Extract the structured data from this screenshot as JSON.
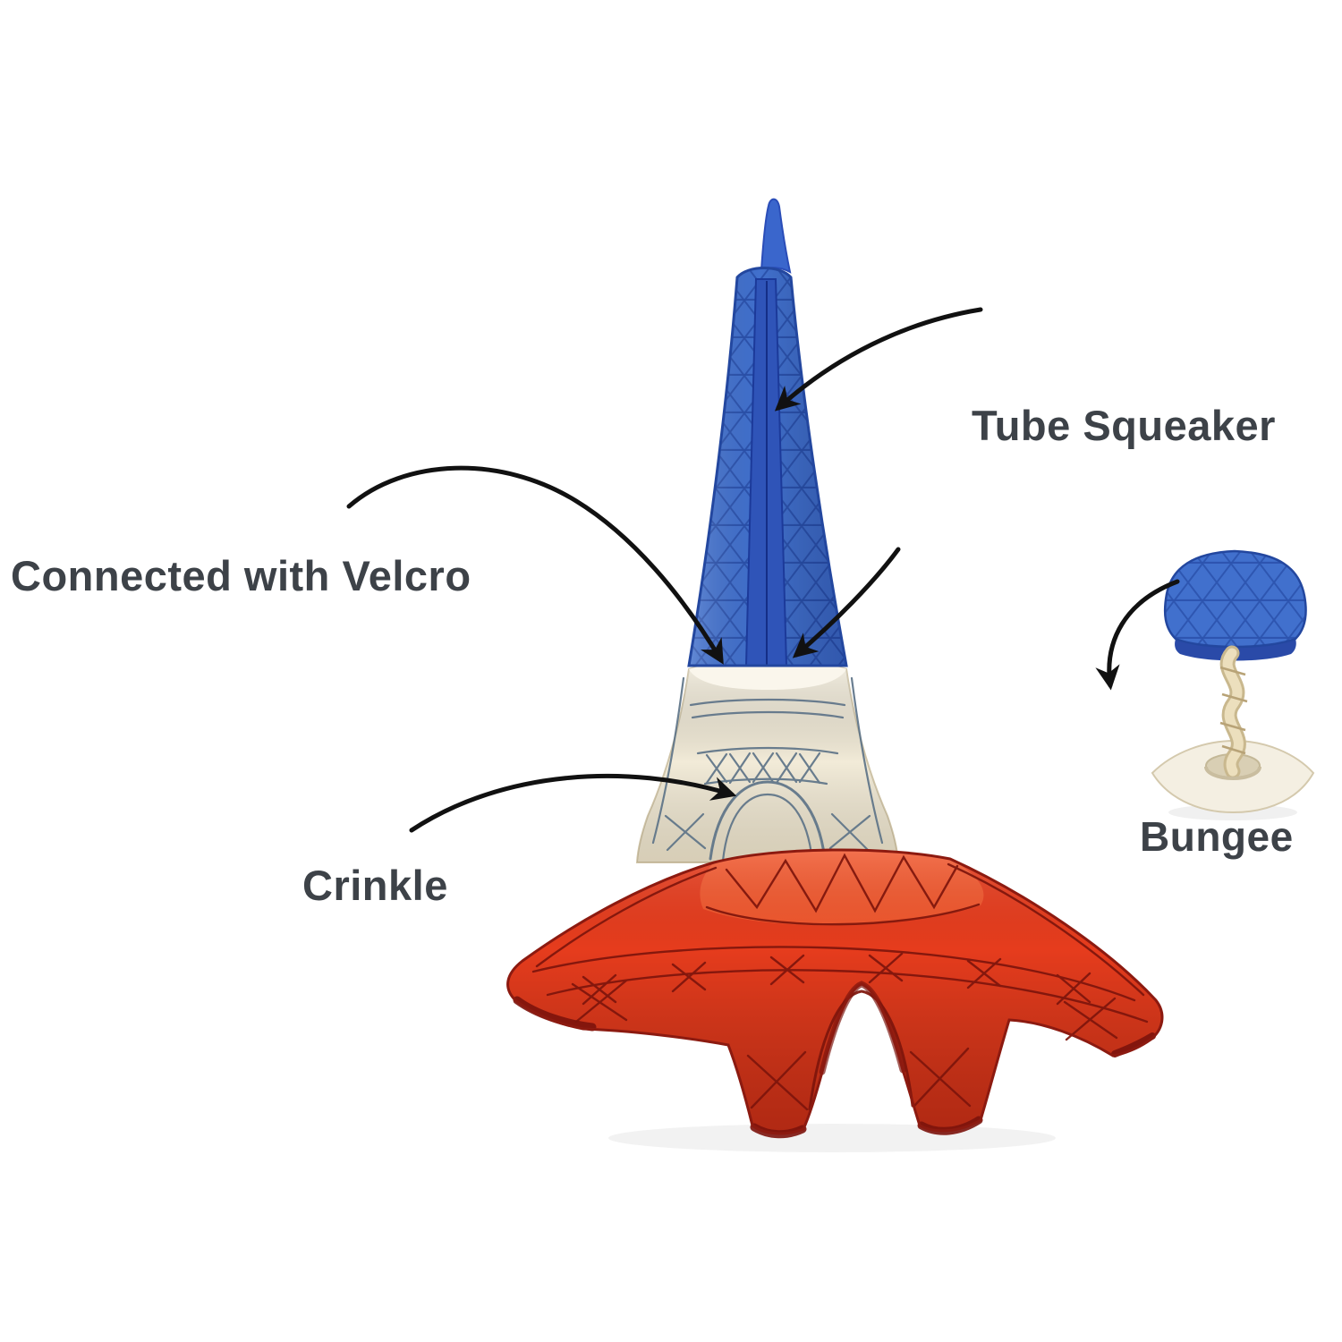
{
  "page": {
    "background": "#ffffff"
  },
  "labels": {
    "tube_squeaker": "Tube Squeaker",
    "connected_with_velcro": "Connected with Velcro",
    "crinkle": "Crinkle",
    "bungee": "Bungee"
  },
  "colors": {
    "label_text": "#3d4248",
    "arrow": "#111111",
    "tower_top_blue": "#4170cd",
    "tower_top_lattice": "#16368f",
    "tower_top_stripe": "#2f54b8",
    "tower_middle_cream": "#f2ebd8",
    "tower_middle_ink": "#5e7488",
    "tower_base_red": "#e63c1d",
    "tower_base_ink": "#7e150c",
    "bungee_cord_tan": "#ecdfbd",
    "bungee_base_cream": "#f4efe2"
  }
}
